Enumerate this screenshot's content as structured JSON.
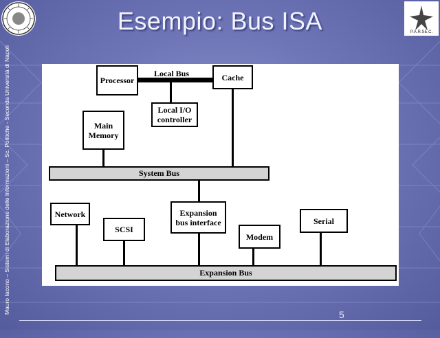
{
  "slide": {
    "title": "Esempio: Bus ISA",
    "side_text": "Mauro Iacono – Sistemi di Elaborazione delle Informazioni – Sc. Politiche - Seconda Università di Napoli",
    "page_number": "5",
    "right_logo_text": "P.A.R.SE.C."
  },
  "diagram": {
    "processor": "Processor",
    "local_bus": "Local Bus",
    "cache": "Cache",
    "local_io_line1": "Local I/O",
    "local_io_line2": "controller",
    "main_memory_line1": "Main",
    "main_memory_line2": "Memory",
    "system_bus": "System Bus",
    "network": "Network",
    "scsi": "SCSI",
    "expansion_interface_line1": "Expansion",
    "expansion_interface_line2": "bus interface",
    "modem": "Modem",
    "serial": "Serial",
    "expansion_bus": "Expansion Bus"
  },
  "colors": {
    "background": "#6f76b8",
    "bus_fill": "#d4d4d4"
  }
}
